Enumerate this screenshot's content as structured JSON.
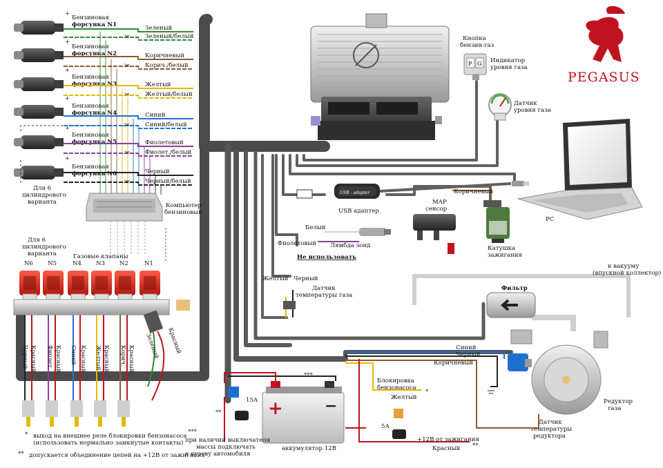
{
  "injectors": [
    {
      "label_line1": "Бензиновая",
      "label_line2": "форсунка N1"
    },
    {
      "label_line1": "Бензиновая",
      "label_line2": "форсунка N2"
    },
    {
      "label_line1": "Бензиновая",
      "label_line2": "форсунка N3"
    },
    {
      "label_line1": "Бензиновая",
      "label_line2": "форсунка N4"
    },
    {
      "label_line1": "Бензиновая",
      "label_line2": "форсунка N5"
    },
    {
      "label_line1": "Бензиновая",
      "label_line2": "форсунка N6"
    }
  ],
  "six_cyl_note": [
    "Для 6",
    "цилиндрового",
    "варианта"
  ],
  "injector_wires": [
    {
      "label": "Зеленый",
      "color": "#2e8b2e"
    },
    {
      "label": "Зеленый/белый",
      "color": "#2e8b2e"
    },
    {
      "label": "Коричневый",
      "color": "#8b5a2b"
    },
    {
      "label": "Корич./белый",
      "color": "#8b5a2b"
    },
    {
      "label": "Желтый",
      "color": "#e6b800"
    },
    {
      "label": "Желтый/белый",
      "color": "#e6b800"
    },
    {
      "label": "Синий",
      "color": "#1f6fd1"
    },
    {
      "label": "Синий/белый",
      "color": "#1f6fd1"
    },
    {
      "label": "Фиолетовый",
      "color": "#8a3d9e"
    },
    {
      "label": "Фиолет./белый",
      "color": "#8a3d9e"
    },
    {
      "label": "Черный",
      "color": "#222222"
    },
    {
      "label": "Черный/белый",
      "color": "#222222"
    }
  ],
  "petrol_ecu": [
    "Компьютер",
    "бензиновый"
  ],
  "gas_switch": [
    "Кнопка",
    "бензин-газ"
  ],
  "gas_switch_keys": [
    "P",
    "G"
  ],
  "level_indicator": [
    "Индикатор",
    "уровня газа"
  ],
  "level_sensor": [
    "Датчик",
    "уровня газа"
  ],
  "brand": "PEGASUS",
  "pc_label": "PC",
  "usb_adapter_box": "USB - adapter",
  "usb_adapter_label": "USB адаптер",
  "map_sensor": [
    "MAP",
    "сенсор"
  ],
  "ignition_coil_wire": "Коричневый",
  "ignition_coil": [
    "Катушка",
    "зажигания"
  ],
  "lambda": {
    "white": "Белый",
    "violet": "Фиолетовый",
    "name": "Лямбда зонд",
    "unused": "Не использовать"
  },
  "gas_temp": {
    "yellow": "Желтый",
    "black": "Черный",
    "name": [
      "Датчик",
      "температуры газа"
    ]
  },
  "vacuum": [
    "к вакууму",
    "(впускной коллектор)"
  ],
  "filter": "Фильтр",
  "gas_valves": "Газовые клапаны",
  "valves": [
    "N6",
    "N5",
    "N4",
    "N3",
    "N2",
    "N1"
  ],
  "valve_numbers": [
    "6",
    "5",
    "4",
    "3",
    "2",
    "1"
  ],
  "valve_wires": [
    "Черный",
    "Красный",
    "Фиолет.",
    "Красный",
    "Синий",
    "Красный",
    "Желтый",
    "Красный",
    "Корич.",
    "Красный"
  ],
  "solenoid_wires": [
    "Зеленый",
    "Красный"
  ],
  "reducer_wires": {
    "blue": "Синий",
    "black": "Черный",
    "brown": "Коричневый"
  },
  "pump_cut": {
    "name": [
      "Блокировка",
      "бензонасоса"
    ],
    "wire": "Желтый",
    "mark": "*"
  },
  "battery": {
    "label": "аккумулятор 12В",
    "fuse": "15А",
    "mark2": "**",
    "mark3": "***"
  },
  "ignition_feed": {
    "fuse": "5А",
    "label": "+12В от зажигания",
    "wire": "Красный",
    "mark": "**"
  },
  "reducer_temp": [
    "Датчик",
    "температуры",
    "редуктора"
  ],
  "reducer": [
    "Редуктор",
    "газа"
  ],
  "notes": [
    {
      "mark": "*",
      "line1": "выход на внешнее реле блокировки бензонасоса",
      "line2": "(использовать нормально замкнутые контакты)"
    },
    {
      "mark": "**",
      "line1": "допускается объединение цепей на +12В от зажигания",
      "line2": ""
    }
  ],
  "note3": {
    "mark": "***",
    "lines": [
      "при наличии выключателя",
      "массы подключать",
      "к кузову автомобиля"
    ]
  }
}
